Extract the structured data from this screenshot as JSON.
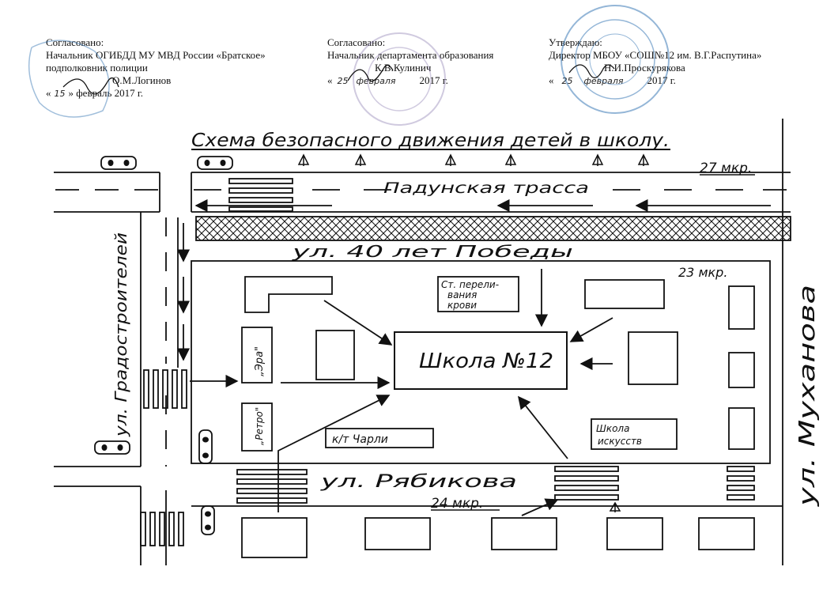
{
  "header": {
    "left": {
      "line1": "Согласовано:",
      "line2": "Начальник ОГИБДД МУ МВД России «Братское»",
      "line3": "подполковник полиции",
      "line4": "О.М.Логинов",
      "line5_prefix": "«",
      "line5_day": "15",
      "line5_suffix": "» февраль 2017 г."
    },
    "middle": {
      "line1": "Согласовано:",
      "line2": "Начальник департамента образования",
      "line3": "К.В.Кулинич",
      "line4_prefix": "«",
      "line4_day": "25",
      "line4_month": "февраля",
      "line4_suffix": "2017 г."
    },
    "right": {
      "line1": "Утверждаю:",
      "line2": "Директор МБОУ «СОШ№12 им. В.Г.Распутина»",
      "line3": "Н.И.Проскурякова",
      "line4_prefix": "«",
      "line4_day": "25",
      "line4_month": "февраля",
      "line4_suffix": "2017 г."
    }
  },
  "map": {
    "title": "Схема безопасного движения детей в школу.",
    "labels": {
      "mkr27": "27 мкр.",
      "padunskaya": "Падунская трасса",
      "pobedy": "ул. 40 лет Победы",
      "mkr23": "23 мкр.",
      "blood_station_l1": "Ст. перели-",
      "blood_station_l2": "вания",
      "blood_station_l3": "крови",
      "school": "Школа №12",
      "era": "„Эра\"",
      "retro": "„Ретро\"",
      "cinema": "к/т Чарли",
      "art_school_l1": "Школа",
      "art_school_l2": "искусств",
      "ryabikova": "ул. Рябикова",
      "mkr24": "24 мкр.",
      "gradostroiteley": "ул. Градостроителей",
      "mukhanova": "ул. Муханова"
    }
  }
}
